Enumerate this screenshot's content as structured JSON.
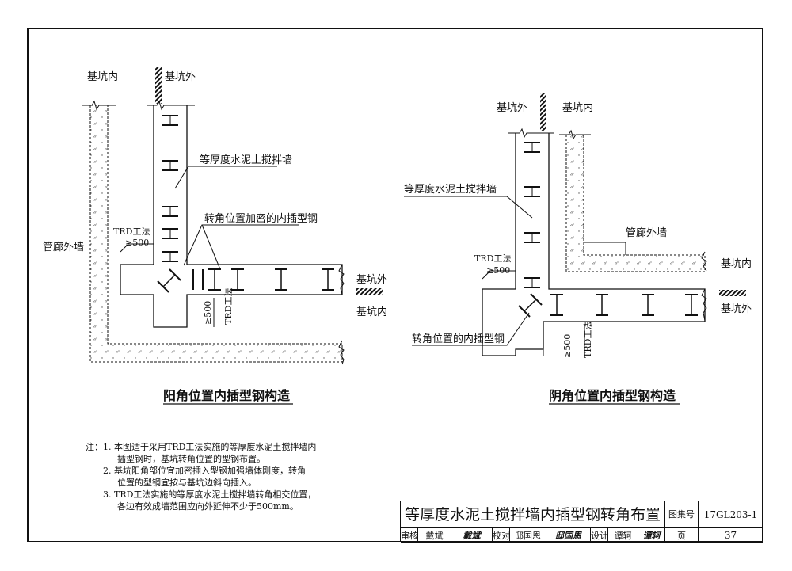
{
  "left_figure": {
    "label_pit_inside_top": "基坑内",
    "label_pit_outside_top": "基坑外",
    "label_wall": "等厚度水泥土搅拌墙",
    "label_steel": "转角位置加密的内插型钢",
    "label_trd": "TRD工法",
    "label_500": "≥500",
    "label_gallery": "管廊外墙",
    "label_pit_outside_right": "基坑外",
    "label_pit_inside_right": "基坑内",
    "label_trd_v": "TRD工法",
    "label_500_v": "≥500",
    "caption": "阳角位置内插型钢构造"
  },
  "right_figure": {
    "label_pit_outside_top": "基坑外",
    "label_pit_inside_top": "基坑内",
    "label_wall": "等厚度水泥土搅拌墙",
    "label_gallery": "管廊外墙",
    "label_pit_inside_right": "基坑内",
    "label_pit_outside_right": "基坑外",
    "label_trd": "TRD工法",
    "label_500": "≥500",
    "label_steel": "转角位置的内插型钢",
    "label_trd_v": "TRD工法",
    "label_500_v": "≥500",
    "caption": "阴角位置内插型钢构造"
  },
  "notes": {
    "line1": "注：1. 本图适于采用TRD工法实施的等厚度水泥土搅拌墙内",
    "line1b": "插型钢时，基坑转角位置的型钢布置。",
    "line2": "2. 基坑阳角部位宜加密插入型钢加强墙体刚度，转角",
    "line2b": "位置的型钢宜按与基坑边斜向插入。",
    "line3": "3. TRD工法实施的等厚度水泥土搅拌墙转角相交位置，",
    "line3b": "各边有效成墙范围应向外延伸不少于500mm。"
  },
  "title_block": {
    "title": "等厚度水泥土搅拌墙内插型钢转角布置",
    "atlas_label": "图集号",
    "atlas_no": "17GL203-1",
    "review_label": "审核",
    "review_name": "戴斌",
    "review_sig": "戴斌",
    "check_label": "校对",
    "check_name": "邸国恩",
    "check_sig": "邸国恩",
    "design_label": "设计",
    "design_name": "谭轲",
    "design_sig": "谭轲",
    "page_label": "页",
    "page_no": "37"
  }
}
